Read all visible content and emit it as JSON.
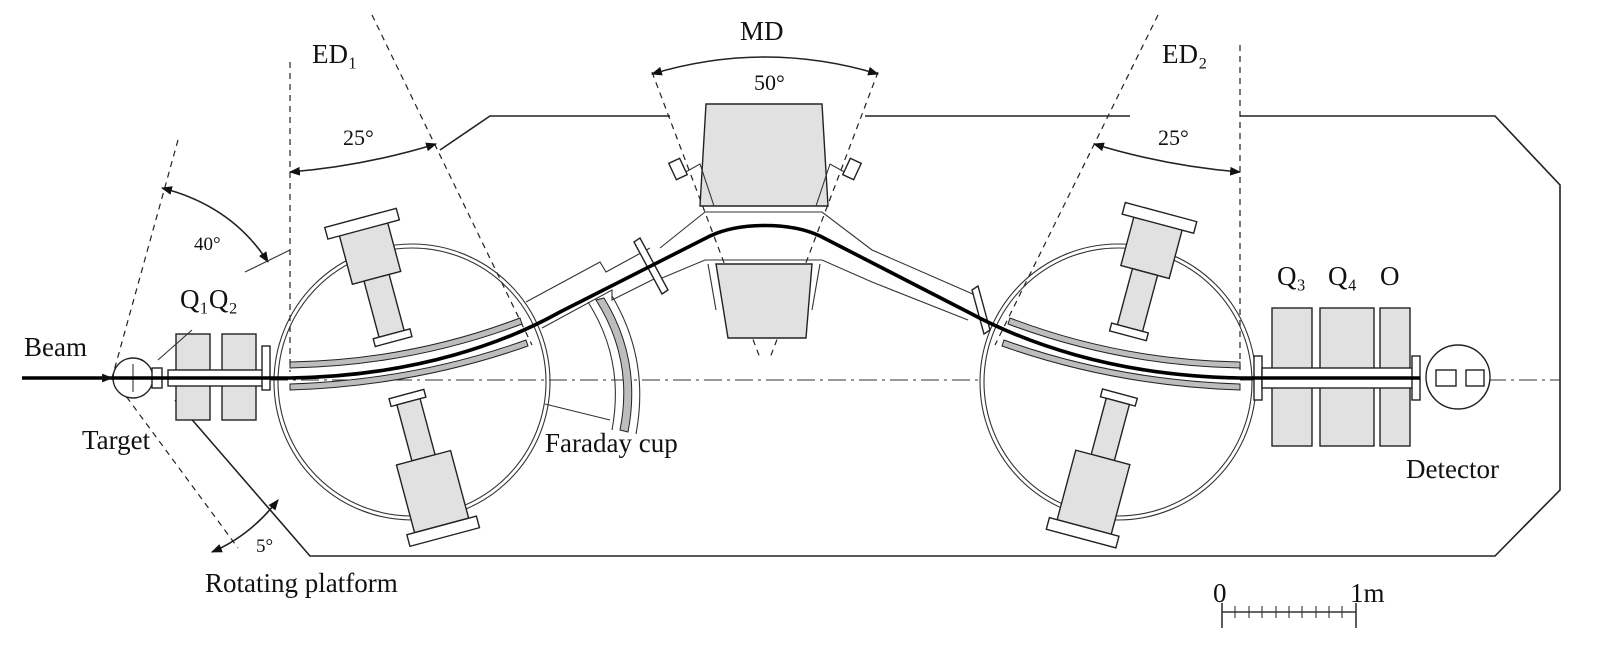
{
  "labels": {
    "beam": "Beam",
    "target": "Target",
    "q1q2": "Q₁Q₂",
    "ed1": "ED₁",
    "md": "MD",
    "ed2": "ED₂",
    "q3": "Q₃",
    "q4": "Q₄",
    "o": "O",
    "faraday_cup": "Faraday cup",
    "detector": "Detector",
    "rotating_platform": "Rotating platform"
  },
  "angles": {
    "ed1": "25°",
    "md": "50°",
    "ed2": "25°",
    "platform_left": "40°",
    "platform_bottom": "5°"
  },
  "scale": {
    "start": "0",
    "end": "1m"
  }
}
